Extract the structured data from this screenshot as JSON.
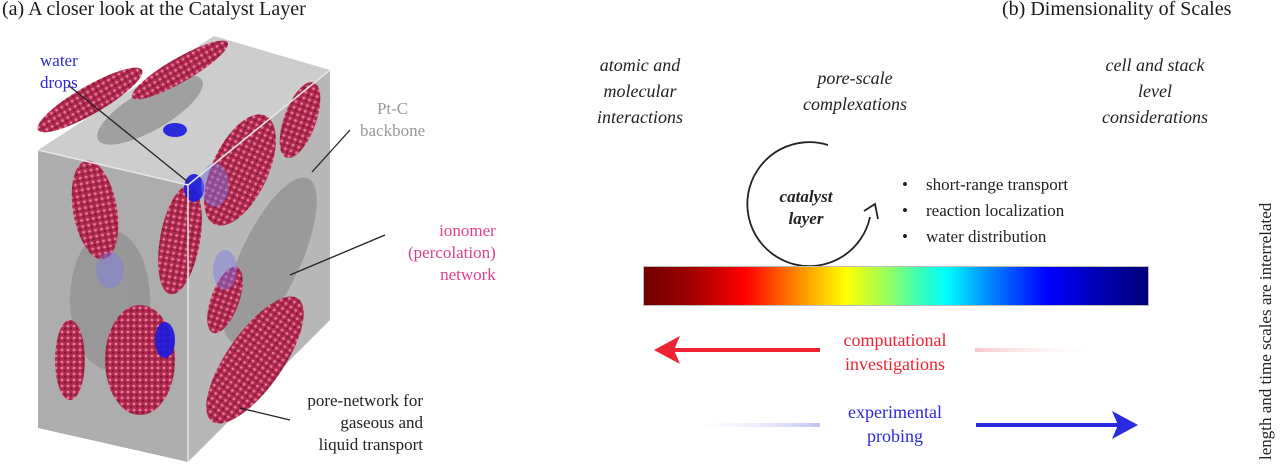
{
  "panel_a": {
    "title": "(a) A closer look at the Catalyst Layer",
    "labels": {
      "water_drops": [
        "water",
        "drops"
      ],
      "ptc_backbone": [
        "Pt-C",
        "backbone"
      ],
      "ionomer": [
        "ionomer",
        "(percolation)",
        "network"
      ],
      "pore_network": [
        "pore-network for",
        "gaseous and",
        "liquid transport"
      ]
    },
    "colors": {
      "water": "#2a2ad0",
      "backbone": "#999999",
      "ionomer": "#e0408a",
      "ionomer_fill": "#b0284e",
      "matrix": "#a8a8a8"
    }
  },
  "panel_b": {
    "title": "(b) Dimensionality of Scales",
    "scales": [
      [
        "atomic and",
        "molecular",
        "interactions"
      ],
      [
        "pore-scale",
        "complexations"
      ],
      [
        "cell and stack",
        "level",
        "considerations"
      ]
    ],
    "cycle_label": [
      "catalyst",
      "layer"
    ],
    "bullets": [
      "short-range transport",
      "reaction localization",
      "water distribution"
    ],
    "colorbar_stops": [
      "#6e0000",
      "#ff0000",
      "#ffaa00",
      "#ffff00",
      "#00ffff",
      "#0000ff",
      "#000078"
    ],
    "computational": {
      "lines": [
        "computational",
        "investigations"
      ],
      "direction": "left",
      "color": "#ee2233"
    },
    "experimental": {
      "lines": [
        "experimental",
        "probing"
      ],
      "direction": "right",
      "color": "#2a2ae0"
    },
    "side_note": "length and time scales are interrelated"
  }
}
